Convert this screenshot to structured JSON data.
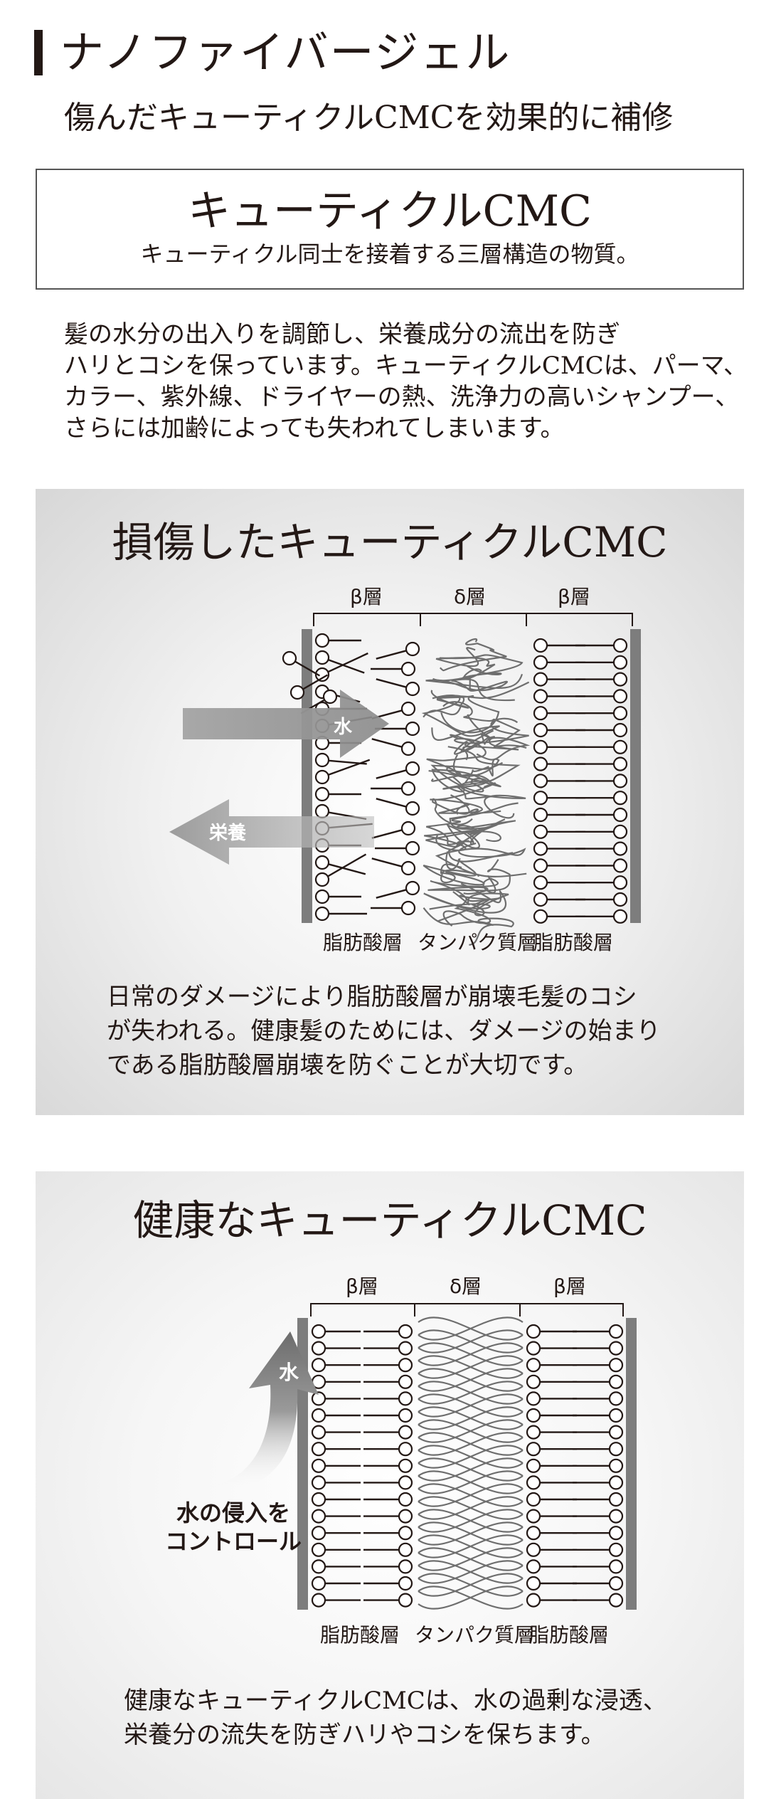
{
  "header": {
    "title": "ナノファイバージェル",
    "subtitle": "傷んだキューティクルCMCを効果的に補修"
  },
  "definition": {
    "heading": "キューティクルCMC",
    "description": "キューティクル同士を接着する三層構造の物質。"
  },
  "intro": {
    "lines": [
      "髪の水分の出入りを調節し、栄養成分の流出を防ぎ",
      "ハリとコシを保っています。キューティクルCMCは、パーマ、",
      "カラー、紫外線、ドライヤーの熱、洗浄力の高いシャンプー、",
      "さらには加齢によっても失われてしまいます。"
    ]
  },
  "damaged": {
    "title": "損傷したキューティクルCMC",
    "layer_labels": [
      "β層",
      "δ層",
      "β層"
    ],
    "bottom_labels": [
      "脂肪酸層",
      "タンパク質層",
      "脂肪酸層"
    ],
    "arrow_in": "水",
    "arrow_out": "栄養",
    "text": [
      "日常のダメージにより脂肪酸層が崩壊毛髪のコシ",
      "が失われる。健康髪のためには、ダメージの始まり",
      "である脂肪酸層崩壊を防ぐことが大切です。"
    ]
  },
  "healthy": {
    "title": "健康なキューティクルCMC",
    "layer_labels": [
      "β層",
      "δ層",
      "β層"
    ],
    "bottom_labels": [
      "脂肪酸層",
      "タンパク質層",
      "脂肪酸層"
    ],
    "arrow_label": "水",
    "control_lines": [
      "水の侵入を",
      "コントロール"
    ],
    "text": [
      "健康なキューティクルCMCは、水の過剰な浸透、",
      "栄養分の流失を防ぎハリやコシを保ちます。"
    ]
  },
  "colors": {
    "text": "#231815",
    "wall": "#7d7d7d",
    "coil": "#6e6e6e",
    "arrow_in": "#9a9a9a",
    "arrow_out": "#b5b5b5"
  }
}
